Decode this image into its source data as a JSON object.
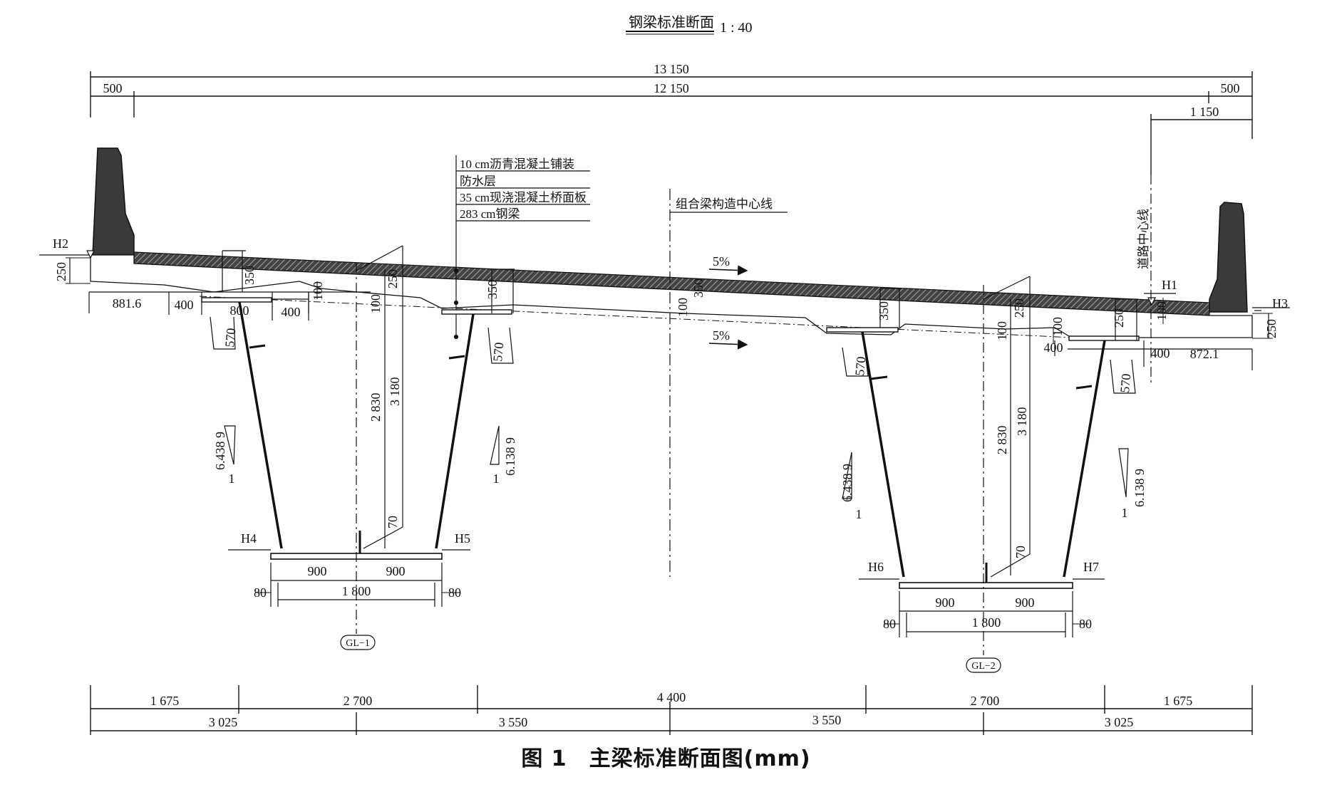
{
  "title": {
    "text": "钢梁标准断面",
    "scale": "1 : 40"
  },
  "caption": "图 1　主梁标准断面图(mm)",
  "top_dims": {
    "overall": "13 150",
    "clear": "12 150",
    "left_edge": "500",
    "right_edge": "500",
    "right_offset": "1 150"
  },
  "layer_notes": [
    "10 cm沥青混凝土铺装",
    "防水层",
    "35 cm现浇混凝土桥面板",
    "283 cm钢梁"
  ],
  "centerlines": {
    "composite": "组合梁构造中心线",
    "road": "道路中心线"
  },
  "slope": "5%",
  "elevations": [
    "H1",
    "H2",
    "H3",
    "H4",
    "H5",
    "H6",
    "H7"
  ],
  "girders": [
    "GL−1",
    "GL−2"
  ],
  "left_dims": {
    "slab_thk": "250",
    "overhang": "881.6",
    "haunch_l": "400",
    "flange": "800",
    "haunch_r": "400",
    "haunch_h": "100",
    "web_top": "350",
    "web_top_r": "350",
    "stiff": "570",
    "stiff_r": "570",
    "height_2830": "2 830",
    "height_3180": "3 180",
    "height_top": "100",
    "height_top2": "250",
    "bottom_70": "70",
    "slope_l": "6.438 9",
    "slope_r": "6.138 9",
    "one": "1",
    "half_l": "900",
    "half_r": "900",
    "bottom": "1 800",
    "edge_l": "80",
    "edge_r": "80"
  },
  "center_dims": {
    "top_100": "100",
    "top_350": "350"
  },
  "right_dims": {
    "slab_thk": "250",
    "overhang": "872.1",
    "haunch_l": "400",
    "haunch_r": "400",
    "haunch_h": "100",
    "web_top": "350",
    "web_top_r": "250",
    "stiff": "570",
    "stiff_r": "570",
    "h1_100": "100",
    "height_2830": "2 830",
    "height_3180": "3 180",
    "height_top": "100",
    "height_top2": "250",
    "bottom_70": "70",
    "slope_l": "6.438 9",
    "slope_r": "6.138 9",
    "one": "1",
    "half_l": "900",
    "half_r": "900",
    "bottom": "1 800",
    "edge_l": "80",
    "edge_r": "80"
  },
  "bottom_dims": {
    "row1": [
      "1 675",
      "2 700",
      "4 400",
      "2 700",
      "1 675"
    ],
    "row2": [
      "3 025",
      "3 550",
      "3 550",
      "3 025"
    ]
  }
}
